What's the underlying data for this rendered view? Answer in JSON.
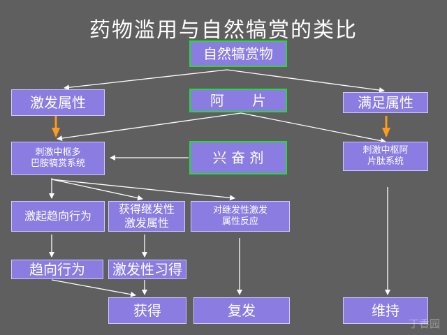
{
  "title": "药物滥用与自然犒赏的类比",
  "boxes": {
    "natural_reward": "自然犒赏物",
    "stimulating_attr": "激发属性",
    "opium": "阿　　片",
    "satisfying_attr": "满足属性",
    "dopamine_line1": "刺激中枢多",
    "dopamine_line2": "巴胺犒赏系统",
    "stimulant": "兴 奋 剂",
    "opioid_line1": "刺激中枢阿",
    "opioid_line2": "片肽系统",
    "approach_behavior": "激起趋向行为",
    "acquire_line1": "获得继发性",
    "acquire_line2": "激发属性",
    "response_line1": "对继发性激发",
    "response_line2": "属性反应",
    "approach": "趋向行为",
    "learned": "激发性习得",
    "obtain": "获得",
    "relapse": "复发",
    "maintain": "维持"
  },
  "watermark": "丁香园",
  "colors": {
    "background": "#5f5f5f",
    "box_fill": "#8a7ce0",
    "green_border": "#22dd33",
    "orange_arrow": "#ff9a1a",
    "line": "#ffffff"
  }
}
